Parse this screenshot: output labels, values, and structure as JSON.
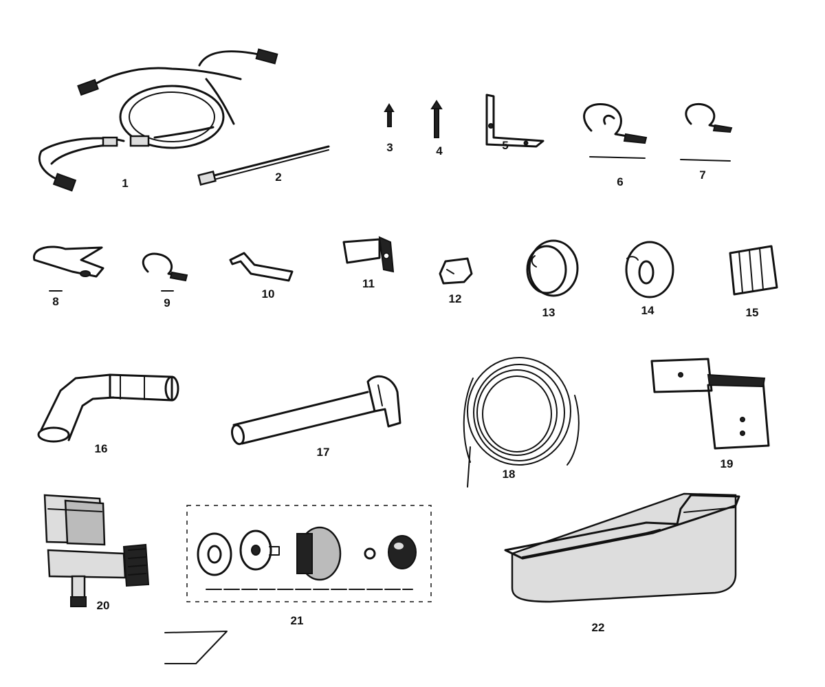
{
  "parts": [
    {
      "id": "part-1",
      "label": "1"
    },
    {
      "id": "part-2",
      "label": "2"
    },
    {
      "id": "part-3",
      "label": "3"
    },
    {
      "id": "part-4",
      "label": "4"
    },
    {
      "id": "part-5",
      "label": "5"
    },
    {
      "id": "part-6",
      "label": "6"
    },
    {
      "id": "part-7",
      "label": "7"
    },
    {
      "id": "part-8",
      "label": "8"
    },
    {
      "id": "part-9",
      "label": "9"
    },
    {
      "id": "part-10",
      "label": "10"
    },
    {
      "id": "part-11",
      "label": "11"
    },
    {
      "id": "part-12",
      "label": "12"
    },
    {
      "id": "part-13",
      "label": "13"
    },
    {
      "id": "part-14",
      "label": "14"
    },
    {
      "id": "part-15",
      "label": "15"
    },
    {
      "id": "part-16",
      "label": "16"
    },
    {
      "id": "part-17",
      "label": "17"
    },
    {
      "id": "part-18",
      "label": "18"
    },
    {
      "id": "part-19",
      "label": "19"
    },
    {
      "id": "part-20",
      "label": "20"
    },
    {
      "id": "part-21",
      "label": "21"
    },
    {
      "id": "part-22",
      "label": "22"
    }
  ]
}
